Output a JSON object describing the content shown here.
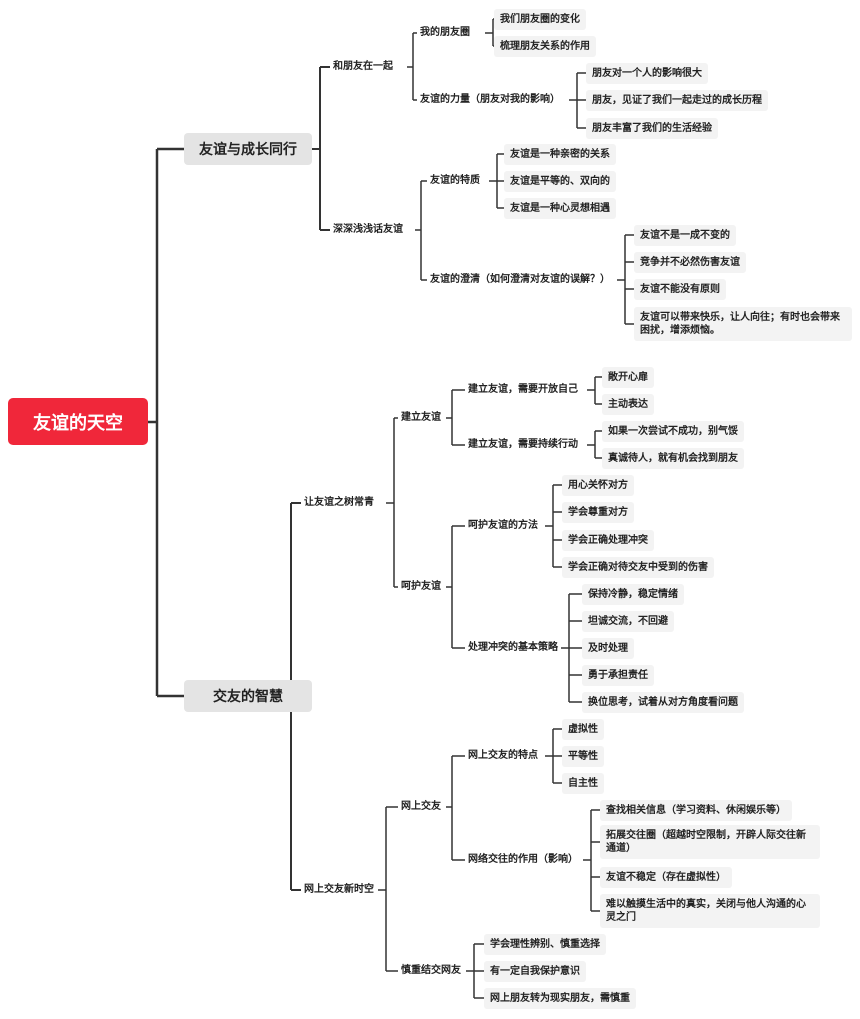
{
  "root": "友谊的天空",
  "branches": [
    {
      "label": "友谊与成长同行",
      "children": [
        {
          "label": "和朋友在一起",
          "children": [
            {
              "label": "我的朋友圈",
              "children": [
                "我们朋友圈的变化",
                "梳理朋友关系的作用"
              ]
            },
            {
              "label": "友谊的力量（朋友对我的影响）",
              "children": [
                "朋友对一个人的影响很大",
                "朋友，见证了我们一起走过的成长历程",
                "朋友丰富了我们的生活经验"
              ]
            }
          ]
        },
        {
          "label": "深深浅浅话友谊",
          "children": [
            {
              "label": "友谊的特质",
              "children": [
                "友谊是一种亲密的关系",
                "友谊是平等的、双向的",
                "友谊是一种心灵想相遇"
              ]
            },
            {
              "label": "友谊的澄清（如何澄清对友谊的误解？）",
              "children": [
                "友谊不是一成不变的",
                "竞争并不必然伤害友谊",
                "友谊不能没有原则",
                "友谊可以带来快乐，让人向往；有时也会带来困扰，增添烦恼。"
              ]
            }
          ]
        }
      ]
    },
    {
      "label": "交友的智慧",
      "children": [
        {
          "label": "让友谊之树常青",
          "children": [
            {
              "label": "建立友谊",
              "children": [
                {
                  "label": "建立友谊，需要开放自己",
                  "children": [
                    "敞开心扉",
                    "主动表达"
                  ]
                },
                {
                  "label": "建立友谊，需要持续行动",
                  "children": [
                    "如果一次尝试不成功，别气馁",
                    "真诚待人，就有机会找到朋友"
                  ]
                }
              ]
            },
            {
              "label": "呵护友谊",
              "children": [
                {
                  "label": "呵护友谊的方法",
                  "children": [
                    "用心关怀对方",
                    "学会尊重对方",
                    "学会正确处理冲突",
                    "学会正确对待交友中受到的伤害"
                  ]
                },
                {
                  "label": "处理冲突的基本策略",
                  "children": [
                    "保持冷静，稳定情绪",
                    "坦诚交流，不回避",
                    "及时处理",
                    "勇于承担责任",
                    "换位思考，试着从对方角度看问题"
                  ]
                }
              ]
            }
          ]
        },
        {
          "label": "网上交友新时空",
          "children": [
            {
              "label": "网上交友",
              "children": [
                {
                  "label": "网上交友的特点",
                  "children": [
                    "虚拟性",
                    "平等性",
                    "自主性"
                  ]
                },
                {
                  "label": "网络交往的作用（影响）",
                  "children": [
                    "查找相关信息（学习资料、休闲娱乐等）",
                    "拓展交往圈（超越时空限制，开辟人际交往新通道）",
                    "友谊不稳定（存在虚拟性）",
                    "难以触摸生活中的真实，关闭与他人沟通的心灵之门"
                  ]
                }
              ]
            },
            {
              "label": "慎重结交网友",
              "children": [
                "学会理性辨别、慎重选择",
                "有一定自我保护意识",
                "网上朋友转为现实朋友，需慎重"
              ]
            }
          ]
        }
      ]
    }
  ]
}
